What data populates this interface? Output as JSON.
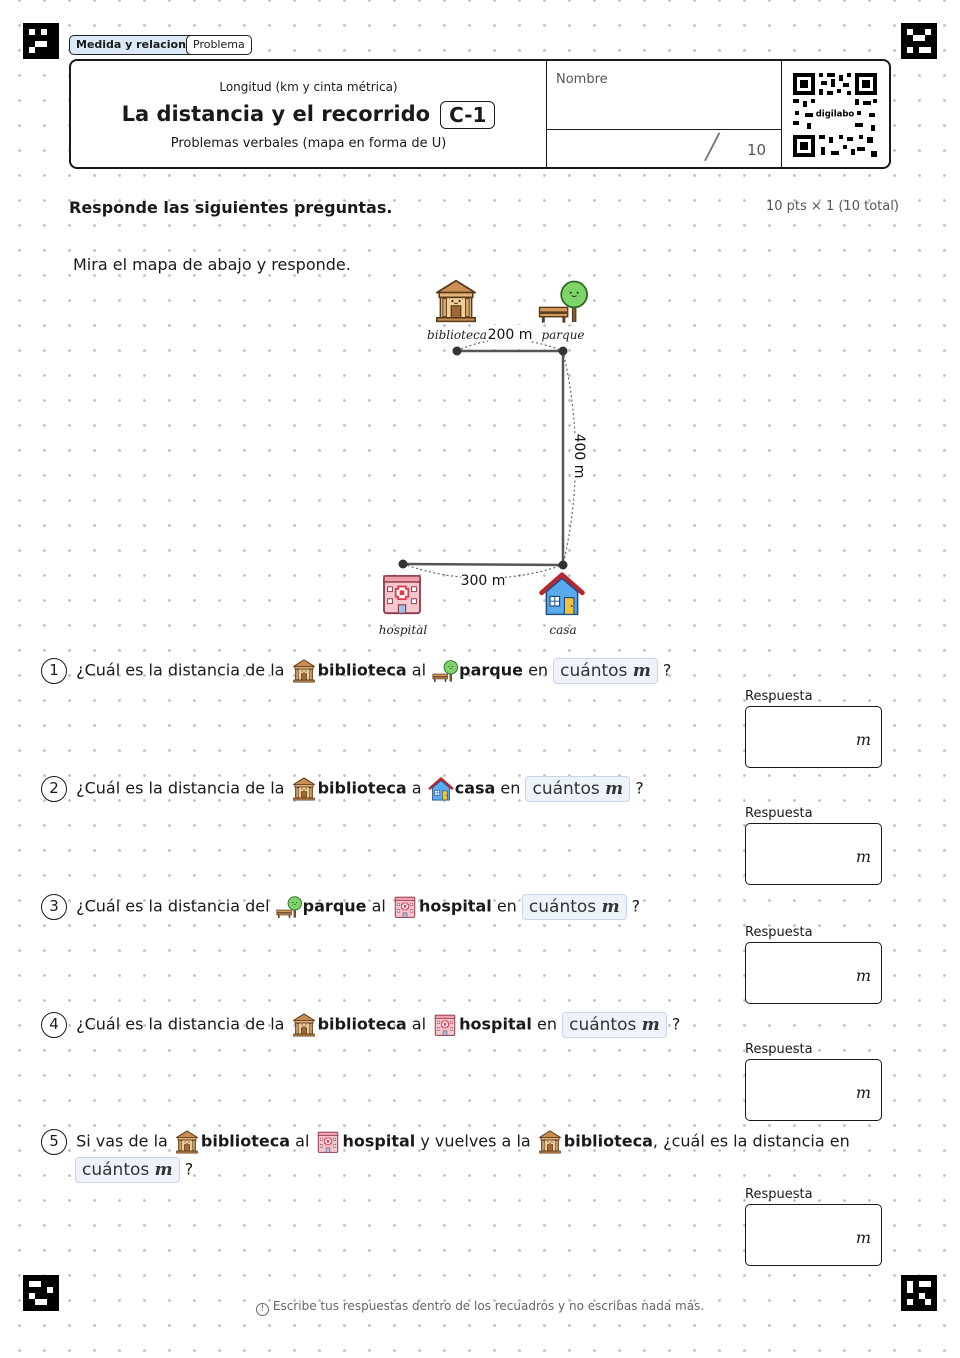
{
  "tags": {
    "category": "Medida y relaciones",
    "type": "Problema"
  },
  "header": {
    "subtitle_top": "Longitud (km y cinta métrica)",
    "title": "La distancia y el recorrido",
    "code": "C-1",
    "subtitle_bottom": "Problemas verbales (mapa en forma de U)",
    "name_label": "Nombre",
    "score_max": "10",
    "qr_text": "digilabo"
  },
  "instructions": "Responde las siguientes preguntas.",
  "points": "10 pts × 1 (10 total)",
  "intro": "Mira el mapa de abajo y responde.",
  "map": {
    "places": {
      "library": "biblioteca",
      "park": "parque",
      "hospital": "hospital",
      "house": "casa"
    },
    "distances": {
      "library_park": "200 m",
      "park_house": "400 m",
      "hospital_house": "300 m"
    }
  },
  "questions": [
    {
      "num": "1",
      "p1": "¿Cuál es la distancia de la",
      "place1": "biblioteca",
      "p2": "al",
      "place2": "parque",
      "p3": "en",
      "hl": "cuántos",
      "unit": "m",
      "end": "?"
    },
    {
      "num": "2",
      "p1": "¿Cuál es la distancia de la",
      "place1": "biblioteca",
      "p2": "a",
      "place2": "casa",
      "p3": "en",
      "hl": "cuántos",
      "unit": "m",
      "end": "?"
    },
    {
      "num": "3",
      "p1": "¿Cuál es la distancia del",
      "place1": "parque",
      "p2": "al",
      "place2": "hospital",
      "p3": "en",
      "hl": "cuántos",
      "unit": "m",
      "end": "?"
    },
    {
      "num": "4",
      "p1": "¿Cuál es la distancia de la",
      "place1": "biblioteca",
      "p2": "al",
      "place2": "hospital",
      "p3": "en",
      "hl": "cuántos",
      "unit": "m",
      "end": "?"
    },
    {
      "num": "5",
      "p1": "Si vas de la",
      "place1": "biblioteca",
      "p2": "al",
      "place2": "hospital",
      "p3": "y vuelves a la",
      "place3": "biblioteca",
      "p4": ", ¿cuál es la distancia en",
      "hl": "cuántos",
      "unit": "m",
      "end": "?"
    }
  ],
  "answer": {
    "label": "Respuesta",
    "unit": "m"
  },
  "footer": "Escribe tus respuestas dentro de los recuadros y no escribas nada más."
}
